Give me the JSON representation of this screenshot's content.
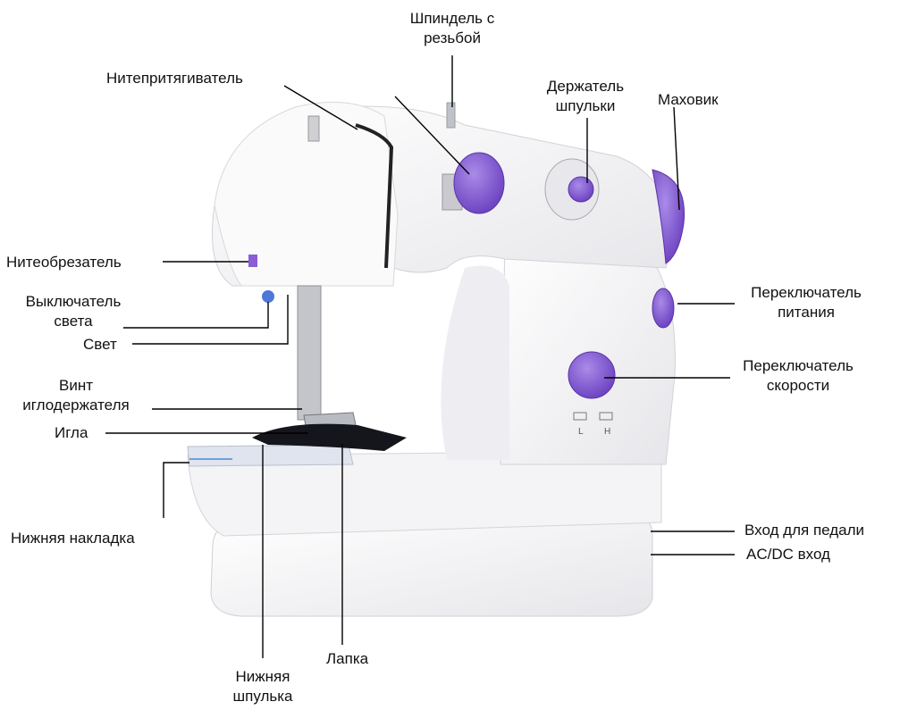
{
  "labels": {
    "spindle": [
      "Шпиндель с",
      "резьбой"
    ],
    "take_up_lever": "Нитепритягиватель",
    "bobbin_holder": [
      "Держатель",
      "шпульки"
    ],
    "handwheel": "Маховик",
    "thread_cutter": "Нитеобрезатель",
    "light_switch": [
      "Выключатель",
      "света"
    ],
    "light": "Свет",
    "power_switch": [
      "Переключатель",
      "питания"
    ],
    "speed_switch": [
      "Переключатель",
      "скорости"
    ],
    "needle_screw": [
      "Винт",
      "иглодержателя"
    ],
    "needle": "Игла",
    "bottom_cover": "Нижняя накладка",
    "pedal_input": "Вход для педали",
    "acdc_input": "AC/DC вход",
    "presser_foot": "Лапка",
    "bottom_bobbin": [
      "Нижняя",
      "шпулька"
    ]
  },
  "speed_markings": {
    "low": "L",
    "high": "H"
  },
  "colors": {
    "body": "#f5f5f5",
    "accent": "#8a5cd6",
    "accent_dark": "#6a3fbf",
    "line": "#000000"
  }
}
